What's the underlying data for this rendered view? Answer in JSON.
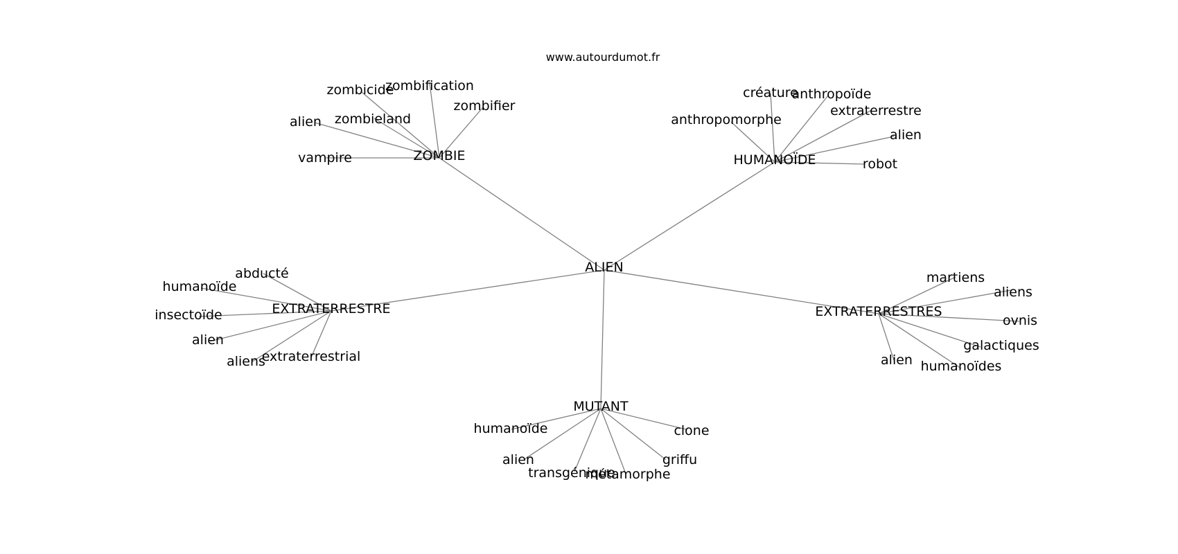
{
  "source": "www.autourdumot.fr",
  "center": "ALIEN",
  "groups": [
    {
      "label": "ZOMBIE",
      "words": [
        "zombicide",
        "zombification",
        "zombifier",
        "alien",
        "zombieland",
        "vampire"
      ]
    },
    {
      "label": "HUMANOÏDE",
      "words": [
        "créature",
        "anthropoïde",
        "extraterrestre",
        "anthropomorphe",
        "alien",
        "robot"
      ]
    },
    {
      "label": "EXTRATERRESTRE",
      "words": [
        "abducté",
        "humanoïde",
        "insectoïde",
        "alien",
        "aliens",
        "extraterrestrial"
      ]
    },
    {
      "label": "EXTRATERRESTRES",
      "words": [
        "martiens",
        "aliens",
        "ovnis",
        "galactiques",
        "humanoïdes",
        "alien"
      ]
    },
    {
      "label": "MUTANT",
      "words": [
        "humanoïde",
        "clone",
        "alien",
        "griffu",
        "transgénique",
        "métamorphe"
      ]
    }
  ]
}
